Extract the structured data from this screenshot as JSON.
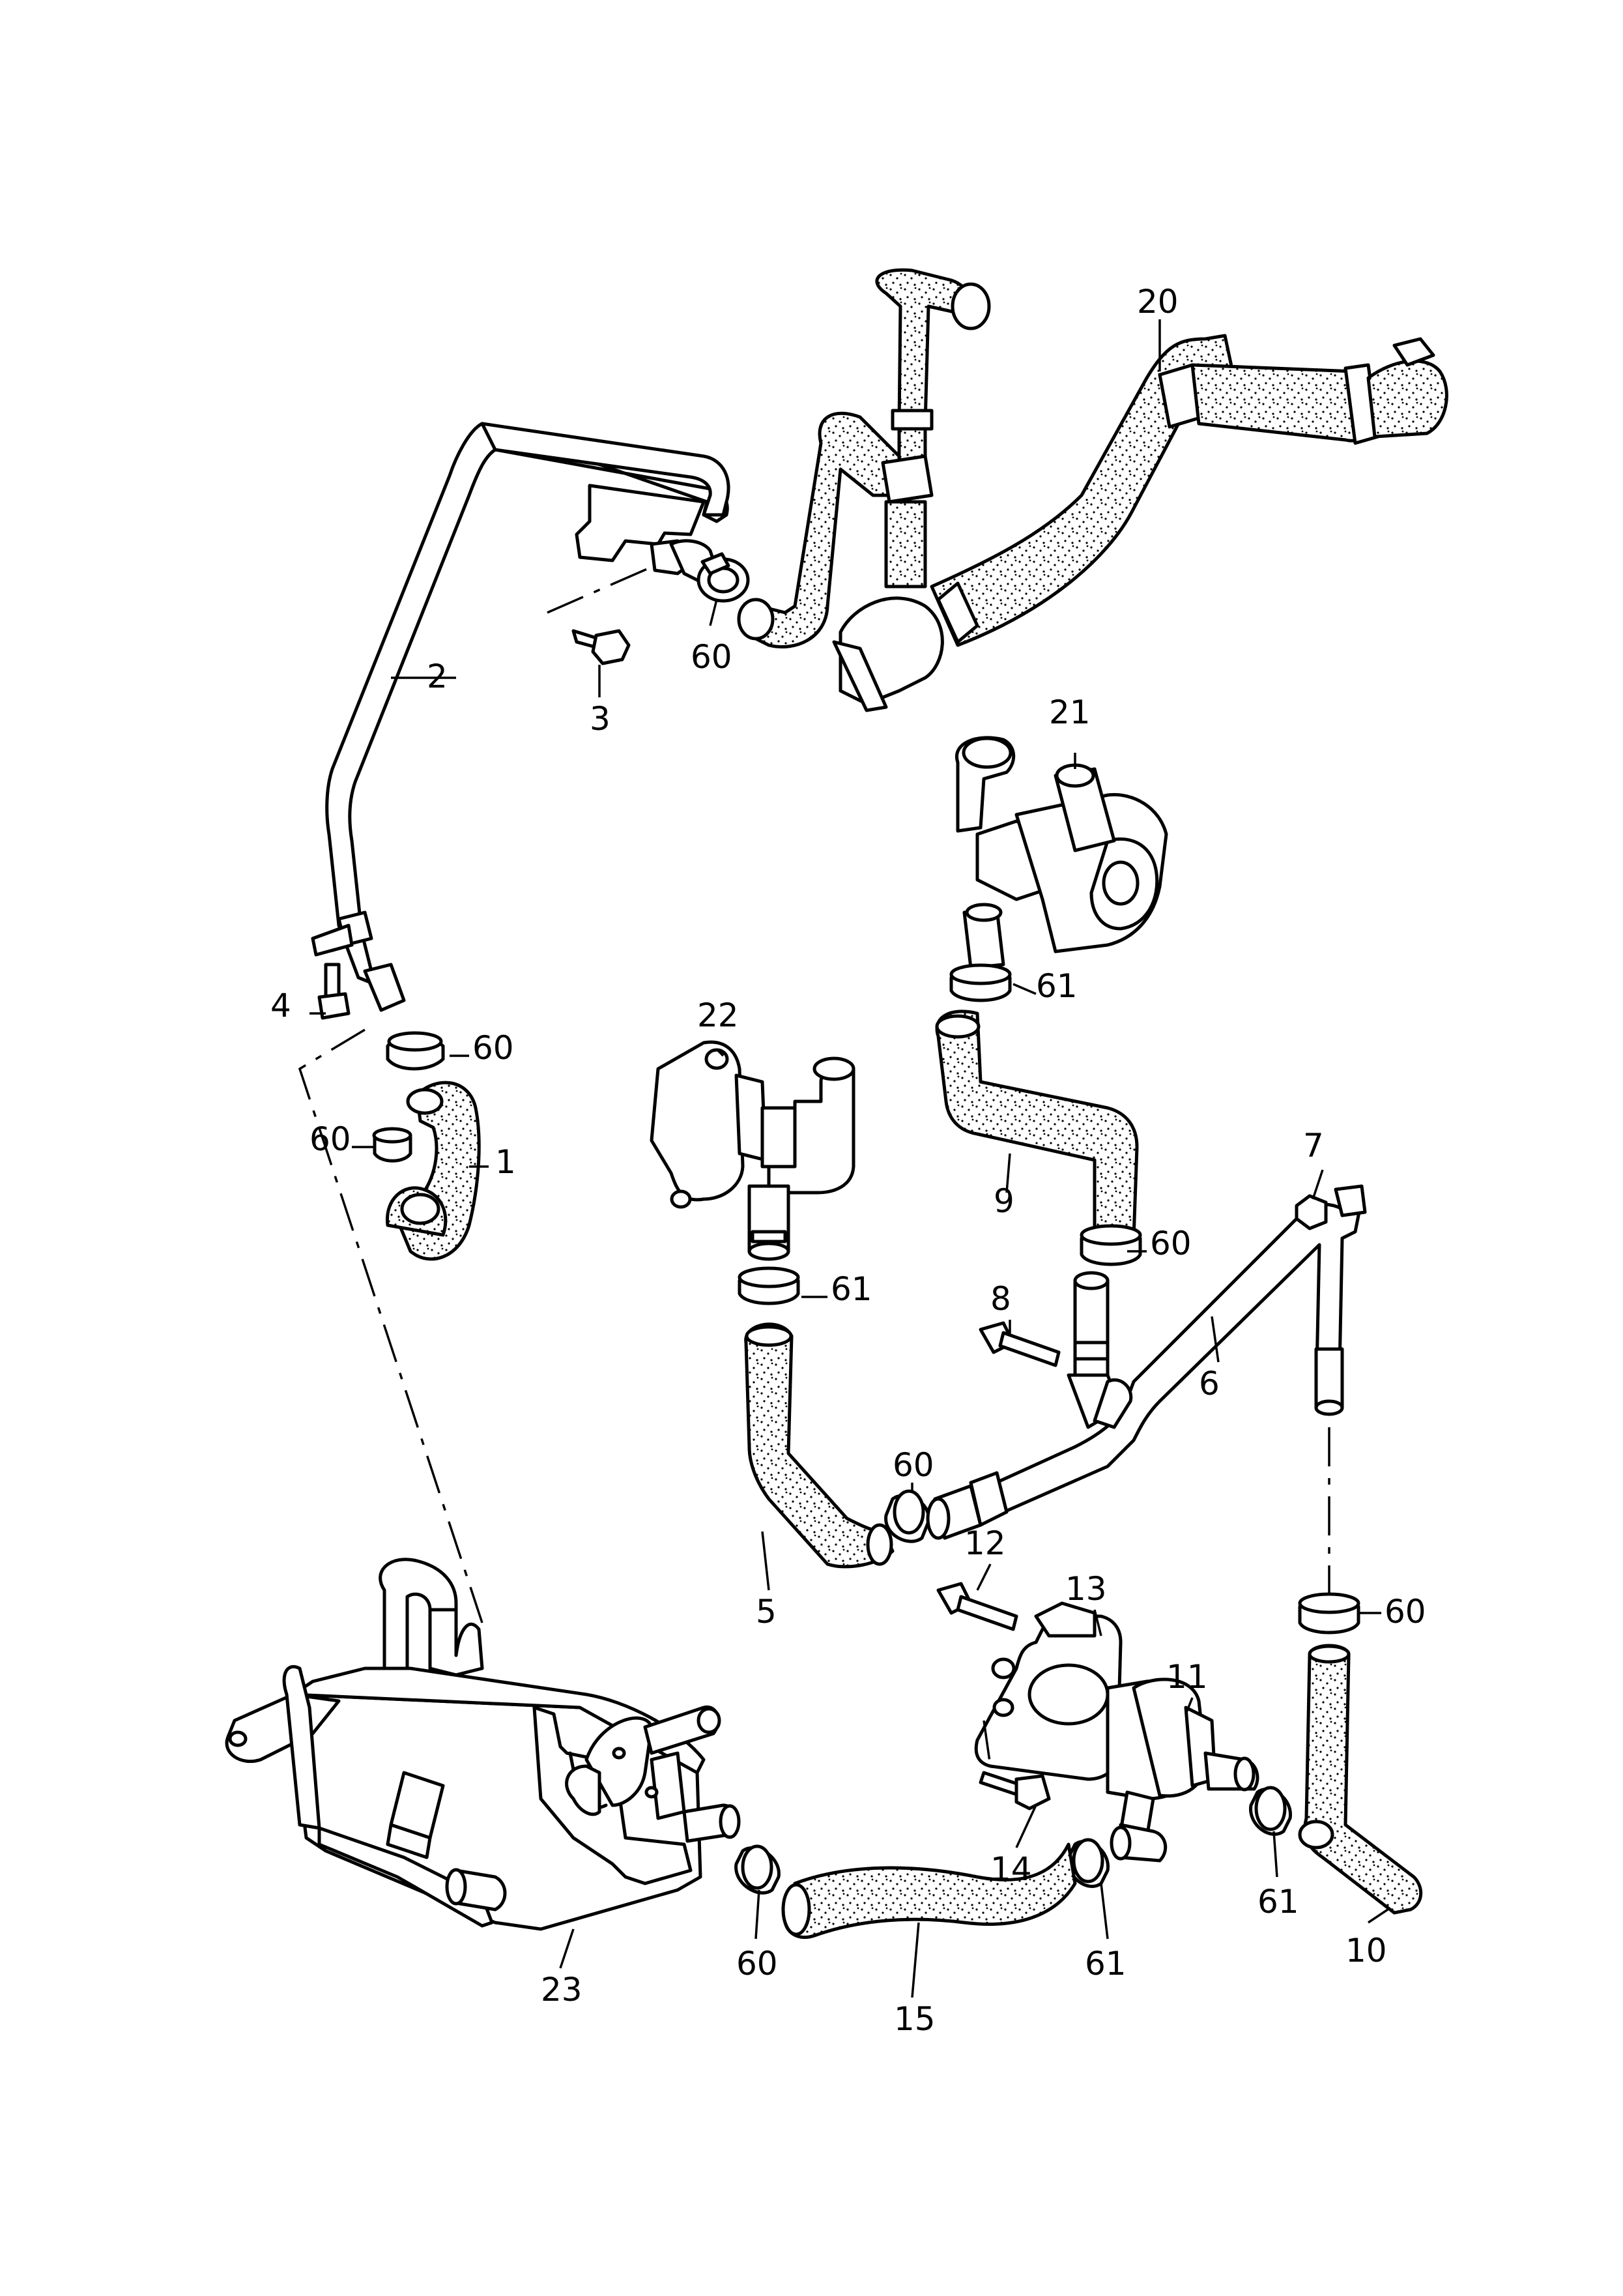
{
  "diagram": {
    "callouts": [
      {
        "id": "c1",
        "text": "1"
      },
      {
        "id": "c2",
        "text": "2"
      },
      {
        "id": "c3",
        "text": "3"
      },
      {
        "id": "c4",
        "text": "4"
      },
      {
        "id": "c5",
        "text": "5"
      },
      {
        "id": "c6",
        "text": "6"
      },
      {
        "id": "c7",
        "text": "7"
      },
      {
        "id": "c8",
        "text": "8"
      },
      {
        "id": "c9",
        "text": "9"
      },
      {
        "id": "c10",
        "text": "10"
      },
      {
        "id": "c11",
        "text": "11"
      },
      {
        "id": "c12",
        "text": "12"
      },
      {
        "id": "c13",
        "text": "13"
      },
      {
        "id": "c14",
        "text": "14"
      },
      {
        "id": "c15",
        "text": "15"
      },
      {
        "id": "c20",
        "text": "20"
      },
      {
        "id": "c21",
        "text": "21"
      },
      {
        "id": "c22",
        "text": "22"
      },
      {
        "id": "c23",
        "text": "23"
      },
      {
        "id": "c60a",
        "text": "60"
      },
      {
        "id": "c60b",
        "text": "60"
      },
      {
        "id": "c60c",
        "text": "60"
      },
      {
        "id": "c60d",
        "text": "60"
      },
      {
        "id": "c60e",
        "text": "60"
      },
      {
        "id": "c60f",
        "text": "60"
      },
      {
        "id": "c60g",
        "text": "60"
      },
      {
        "id": "c61a",
        "text": "61"
      },
      {
        "id": "c61b",
        "text": "61"
      },
      {
        "id": "c61c",
        "text": "61"
      },
      {
        "id": "c61d",
        "text": "61"
      }
    ]
  }
}
